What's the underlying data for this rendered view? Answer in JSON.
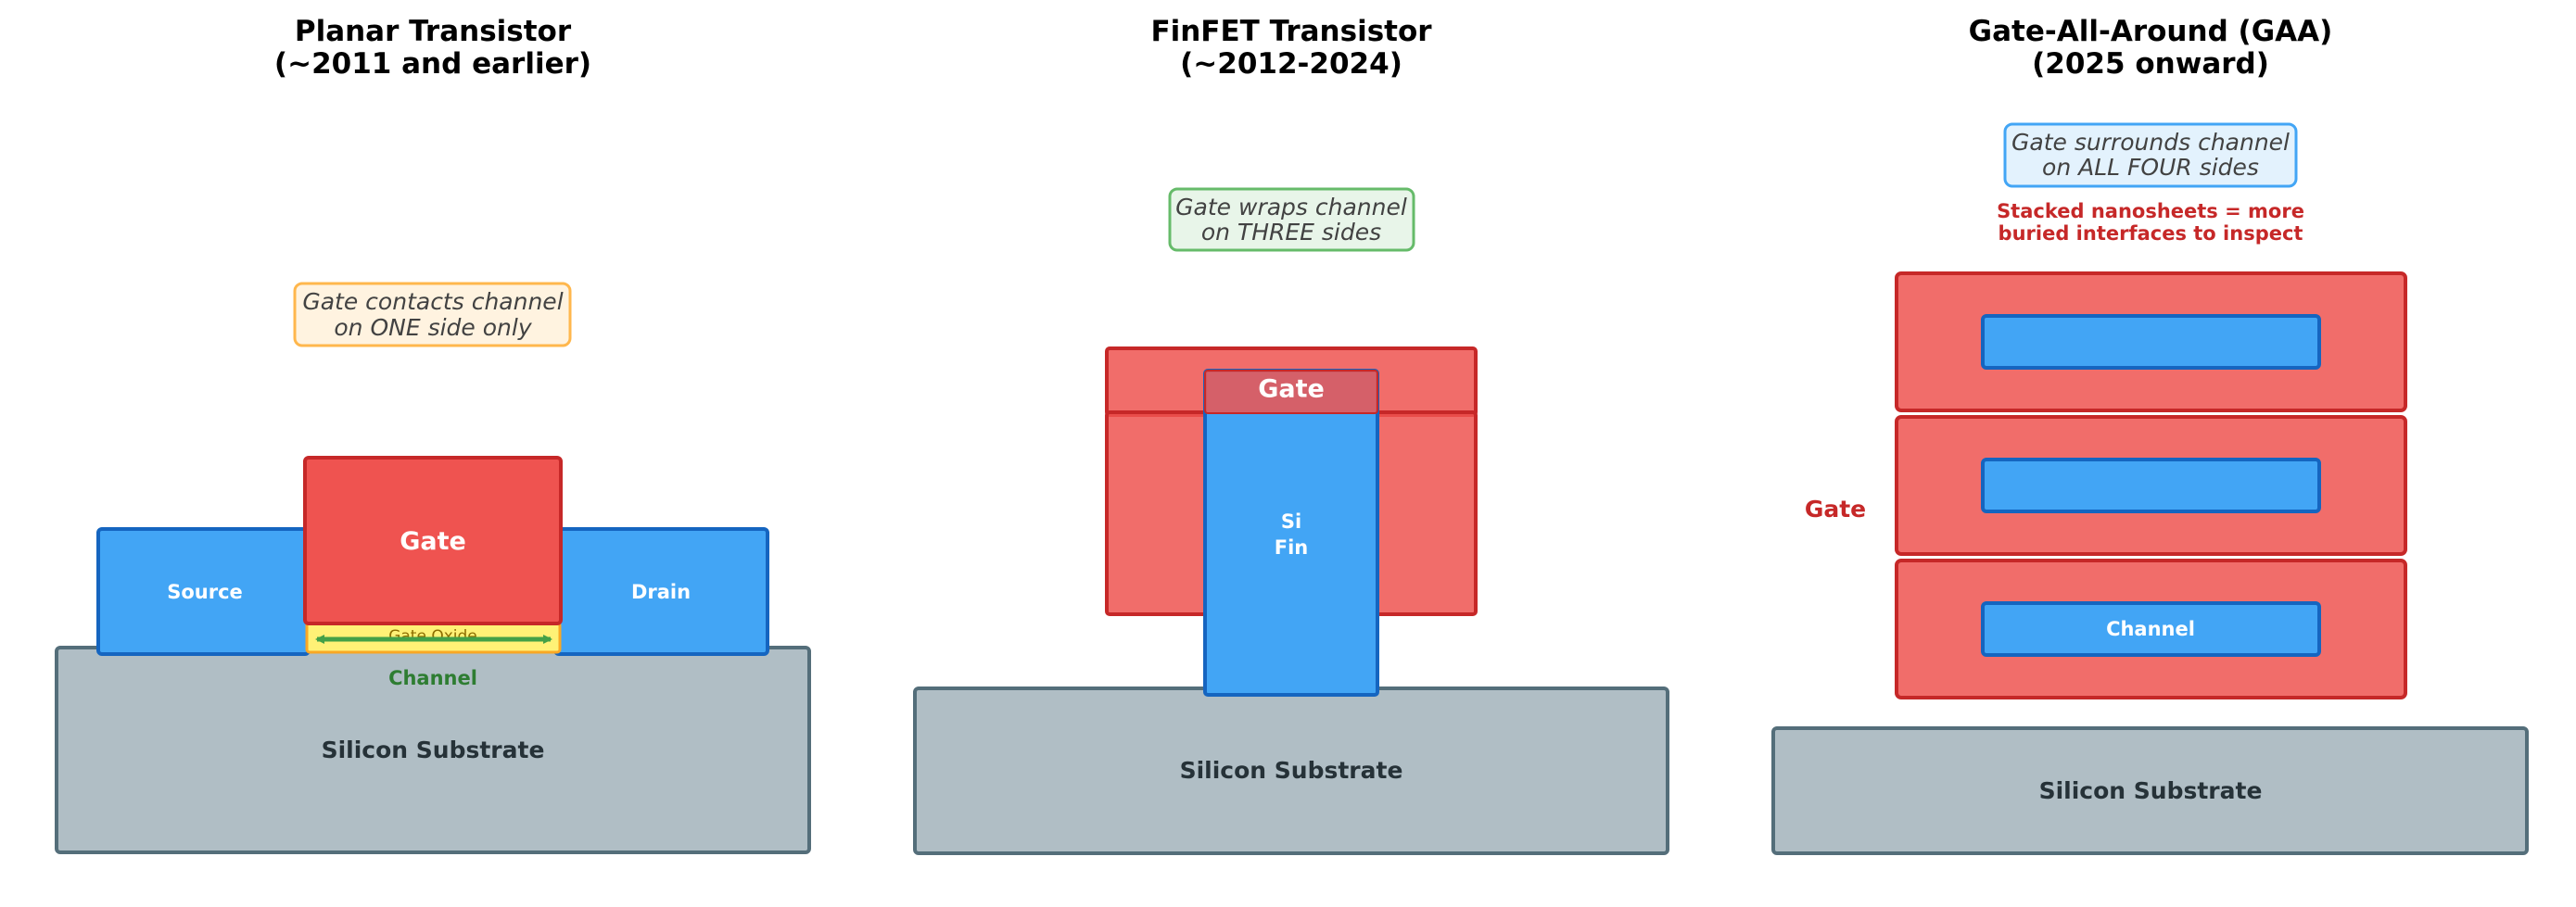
{
  "panels": {
    "planar": {
      "title_line1": "Planar Transistor",
      "title_line2": "(~2011 and earlier)",
      "note_line1": "Gate contacts channel",
      "note_line2": "on ONE side only",
      "source_label": "Source",
      "drain_label": "Drain",
      "gate_label": "Gate",
      "oxide_label": "Gate Oxide",
      "channel_label": "Channel",
      "substrate_label": "Silicon Substrate"
    },
    "finfet": {
      "title_line1": "FinFET Transistor",
      "title_line2": "(~2012-2024)",
      "note_line1": "Gate wraps channel",
      "note_line2": "on THREE sides",
      "gate_label": "Gate",
      "fin_line1": "Si",
      "fin_line2": "Fin",
      "substrate_label": "Silicon Substrate"
    },
    "gaa": {
      "title_line1": "Gate-All-Around (GAA)",
      "title_line2": "(2025 onward)",
      "note_line1": "Gate surrounds channel",
      "note_line2": "on ALL FOUR sides",
      "warning_line1": "Stacked nanosheets = more",
      "warning_line2": "buried interfaces to inspect",
      "gate_label": "Gate",
      "channel_label": "Channel",
      "substrate_label": "Silicon Substrate"
    }
  },
  "colors": {
    "source_drain_fill": "#42a5f5",
    "source_drain_stroke": "#1565c0",
    "gate_fill": "#ef5350",
    "gate_stroke": "#c62828",
    "substrate_fill": "#b0bec5",
    "substrate_stroke": "#546e7a",
    "oxide_fill": "#fff176",
    "oxide_stroke": "#f9a825",
    "channel_arrow": "#43a047"
  }
}
